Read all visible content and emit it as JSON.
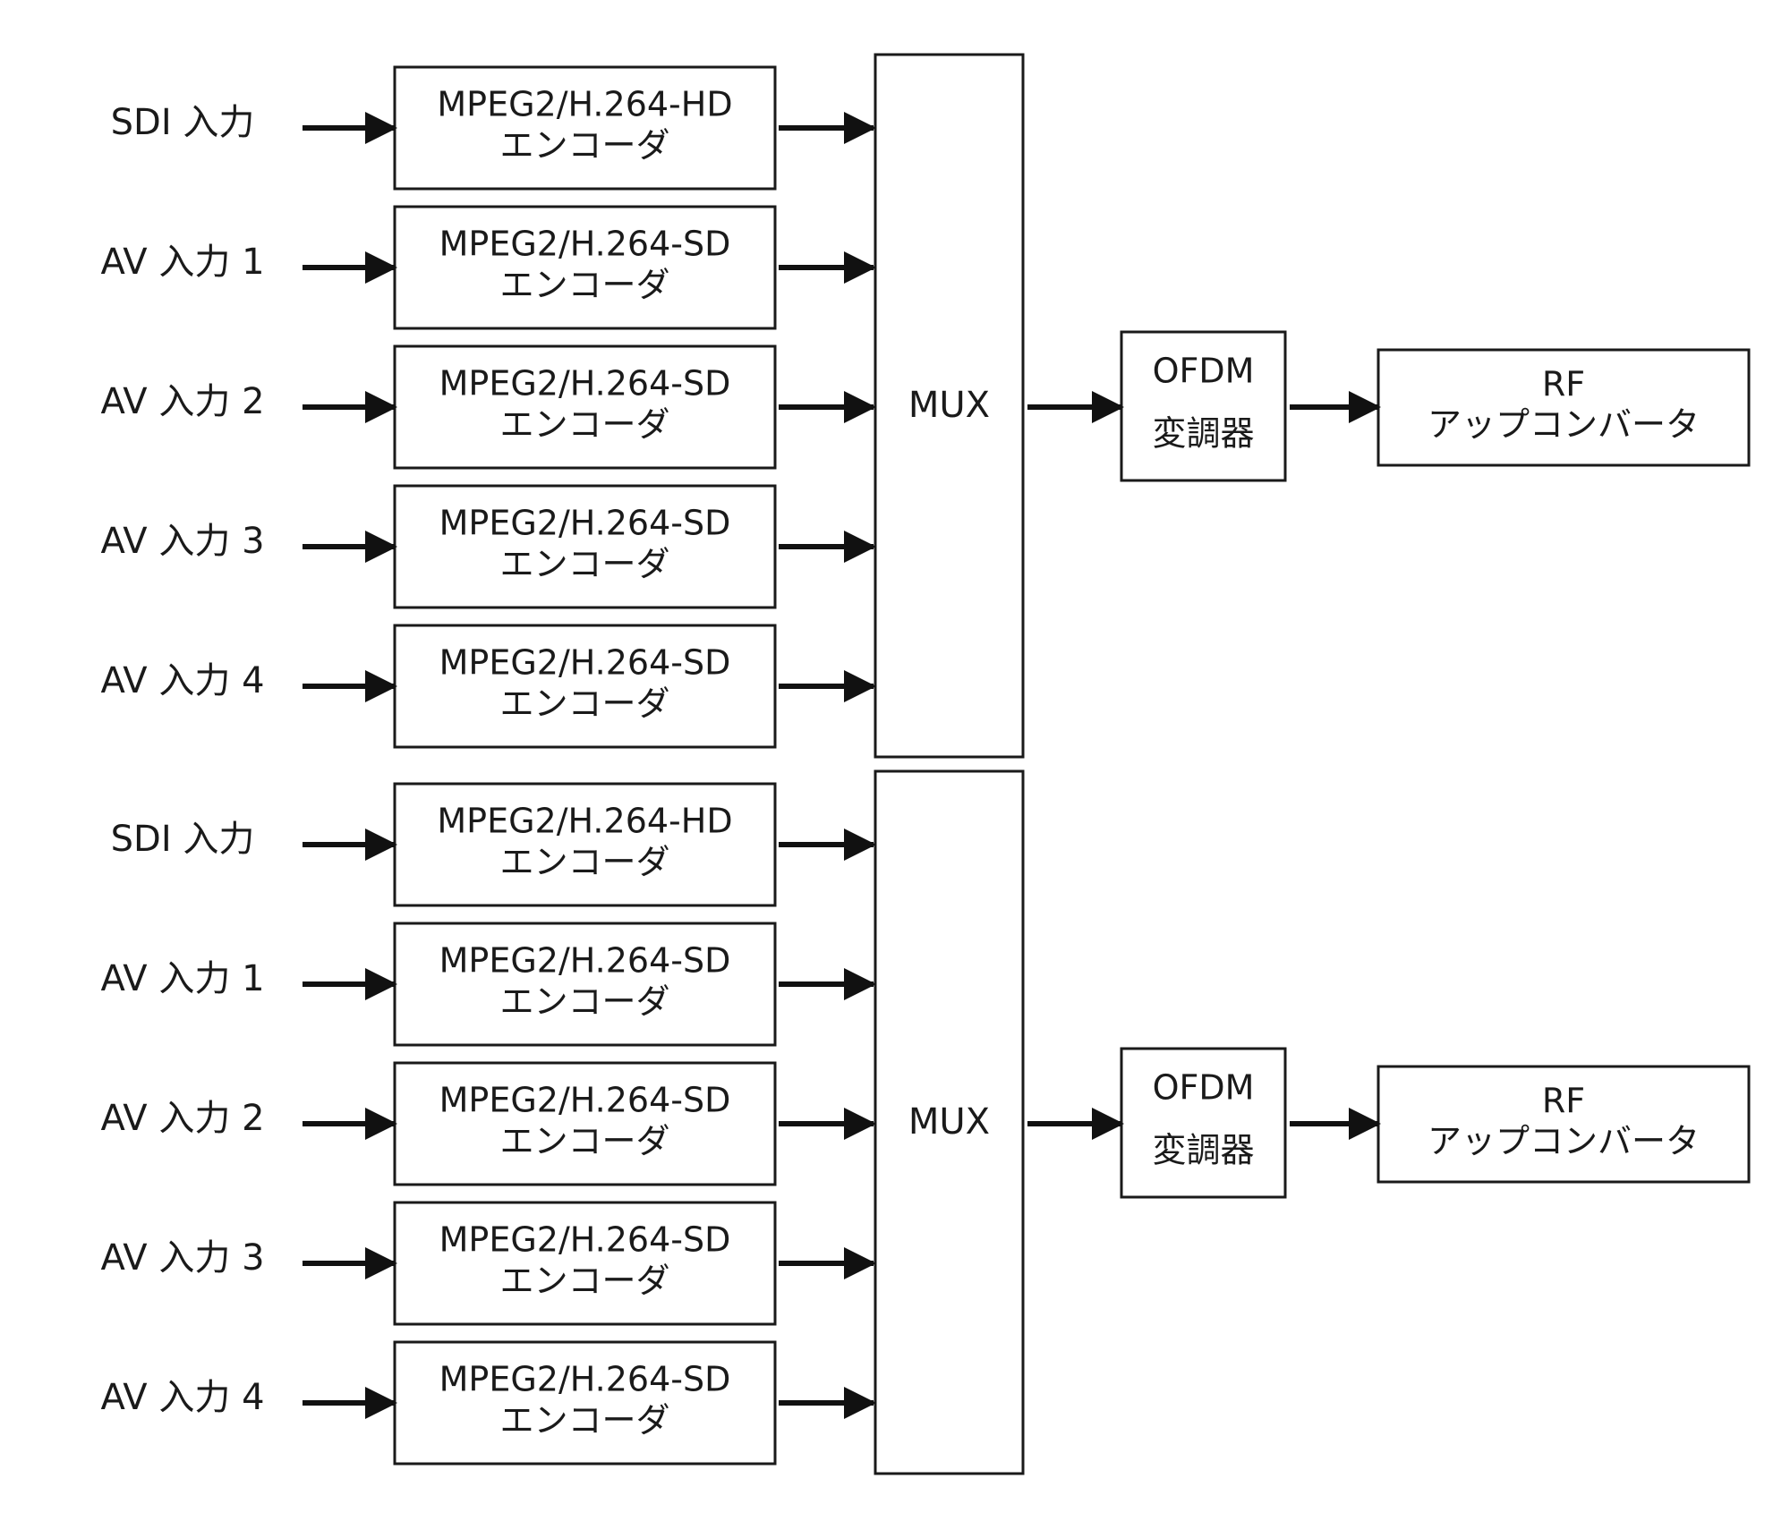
{
  "groups": [
    {
      "inputs": [
        {
          "label": "SDI 入力",
          "encoder": {
            "line1": "MPEG2/H.264-HD",
            "line2": "エンコーダ"
          }
        },
        {
          "label": "AV 入力 1",
          "encoder": {
            "line1": "MPEG2/H.264-SD",
            "line2": "エンコーダ"
          }
        },
        {
          "label": "AV 入力 2",
          "encoder": {
            "line1": "MPEG2/H.264-SD",
            "line2": "エンコーダ"
          }
        },
        {
          "label": "AV 入力 3",
          "encoder": {
            "line1": "MPEG2/H.264-SD",
            "line2": "エンコーダ"
          }
        },
        {
          "label": "AV 入力 4",
          "encoder": {
            "line1": "MPEG2/H.264-SD",
            "line2": "エンコーダ"
          }
        }
      ],
      "mux": "MUX",
      "ofdm": {
        "line1": "OFDM",
        "line2": "変調器"
      },
      "rf": {
        "line1": "RF",
        "line2": "アップコンバータ"
      }
    },
    {
      "inputs": [
        {
          "label": "SDI 入力",
          "encoder": {
            "line1": "MPEG2/H.264-HD",
            "line2": "エンコーダ"
          }
        },
        {
          "label": "AV 入力 1",
          "encoder": {
            "line1": "MPEG2/H.264-SD",
            "line2": "エンコーダ"
          }
        },
        {
          "label": "AV 入力 2",
          "encoder": {
            "line1": "MPEG2/H.264-SD",
            "line2": "エンコーダ"
          }
        },
        {
          "label": "AV 入力 3",
          "encoder": {
            "line1": "MPEG2/H.264-SD",
            "line2": "エンコーダ"
          }
        },
        {
          "label": "AV 入力 4",
          "encoder": {
            "line1": "MPEG2/H.264-SD",
            "line2": "エンコーダ"
          }
        }
      ],
      "mux": "MUX",
      "ofdm": {
        "line1": "OFDM",
        "line2": "変調器"
      },
      "rf": {
        "line1": "RF",
        "line2": "アップコンバータ"
      }
    }
  ]
}
